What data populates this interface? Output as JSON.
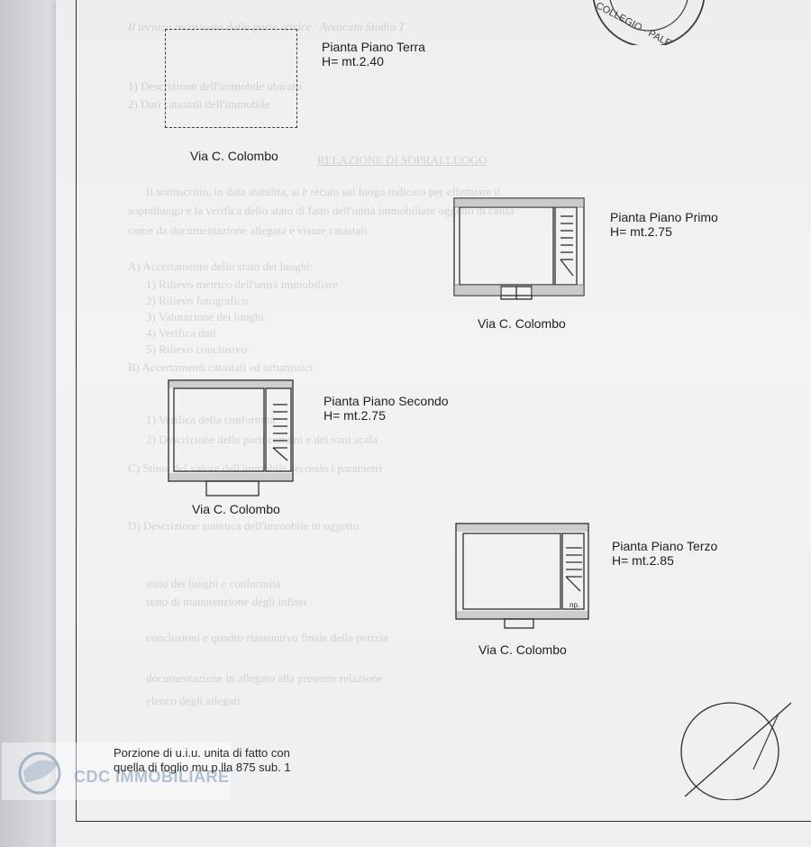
{
  "plans": [
    {
      "title": "Pianta Piano Terra",
      "height": "H= mt.2.40",
      "street": "Via C. Colombo"
    },
    {
      "title": "Pianta Piano Primo",
      "height": "H= mt.2.75",
      "street": "Via C. Colombo"
    },
    {
      "title": "Pianta Piano Secondo",
      "height": "H= mt.2.75",
      "street": "Via C. Colombo"
    },
    {
      "title": "Pianta Piano Terzo",
      "height": "H= mt.2.85",
      "street": "Via C. Colombo",
      "note": "np."
    }
  ],
  "footnote": {
    "line1": "Porzione di u.i.u. unita di fatto con",
    "line2": "quella di foglio mu p.lla 875 sub. 1"
  },
  "watermark": {
    "text": "CDC IMMOBILIARE"
  },
  "stamp": {
    "text": "COLLEGIO · PALE"
  },
  "colors": {
    "line": "#2e2e2e",
    "paper": "#eff0f2",
    "watermark": "#7896af"
  }
}
